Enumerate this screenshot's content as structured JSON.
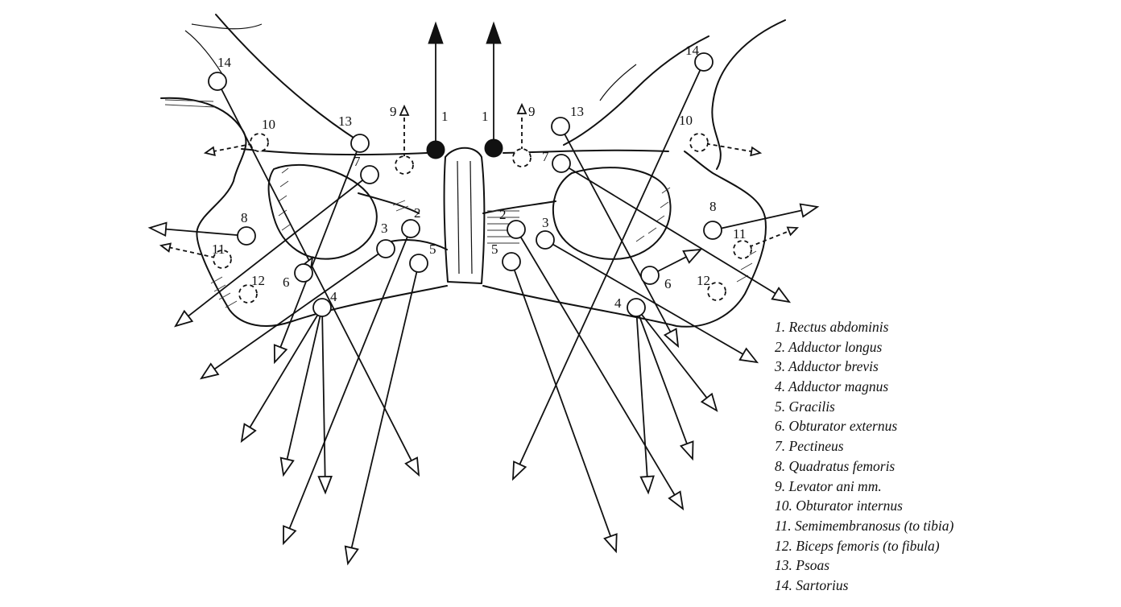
{
  "attachments": [
    {
      "id": "1",
      "side": "left",
      "type": "solid",
      "label": "1"
    },
    {
      "id": "1",
      "side": "right",
      "type": "solid",
      "label": "1"
    },
    {
      "id": "9",
      "side": "left",
      "type": "dashed",
      "label": "9"
    },
    {
      "id": "9",
      "side": "right",
      "type": "dashed",
      "label": "9"
    },
    {
      "id": "13",
      "side": "left",
      "type": "open",
      "label": "13"
    },
    {
      "id": "13",
      "side": "right",
      "type": "open",
      "label": "13"
    },
    {
      "id": "14",
      "side": "left",
      "type": "open",
      "label": "14"
    },
    {
      "id": "14",
      "side": "right",
      "type": "open",
      "label": "14"
    },
    {
      "id": "10",
      "side": "left",
      "type": "dashed",
      "label": "10"
    },
    {
      "id": "10",
      "side": "right",
      "type": "dashed",
      "label": "10"
    },
    {
      "id": "7",
      "side": "left",
      "type": "open",
      "label": "7"
    },
    {
      "id": "7",
      "side": "right",
      "type": "open",
      "label": "7"
    },
    {
      "id": "8",
      "side": "left",
      "type": "open",
      "label": "8"
    },
    {
      "id": "8",
      "side": "right",
      "type": "open",
      "label": "8"
    },
    {
      "id": "11",
      "side": "left",
      "type": "dashed",
      "label": "11"
    },
    {
      "id": "11",
      "side": "right",
      "type": "dashed",
      "label": "11"
    },
    {
      "id": "6",
      "side": "left",
      "type": "open",
      "label": "6"
    },
    {
      "id": "6",
      "side": "right",
      "type": "open",
      "label": "6"
    },
    {
      "id": "12",
      "side": "left",
      "type": "dashed",
      "label": "12"
    },
    {
      "id": "12",
      "side": "right",
      "type": "dashed",
      "label": "12"
    },
    {
      "id": "2",
      "side": "left",
      "type": "open",
      "label": "2"
    },
    {
      "id": "2",
      "side": "right",
      "type": "open",
      "label": "2"
    },
    {
      "id": "3",
      "side": "left",
      "type": "open",
      "label": "3"
    },
    {
      "id": "3",
      "side": "right",
      "type": "open",
      "label": "3"
    },
    {
      "id": "5",
      "side": "left",
      "type": "open",
      "label": "5"
    },
    {
      "id": "5",
      "side": "right",
      "type": "open",
      "label": "5"
    },
    {
      "id": "4",
      "side": "left",
      "type": "open",
      "label": "4"
    },
    {
      "id": "4",
      "side": "right",
      "type": "open",
      "label": "4"
    }
  ],
  "legend": [
    "1. Rectus abdominis",
    "2. Adductor longus",
    "3. Adductor brevis",
    "4. Adductor magnus",
    "5. Gracilis",
    "6. Obturator externus",
    "7. Pectineus",
    "8. Quadratus femoris",
    "9. Levator ani mm.",
    "10. Obturator internus",
    "11. Semimembranosus (to tibia)",
    "12. Biceps femoris (to fibula)",
    "13. Psoas",
    "14. Sartorius"
  ]
}
